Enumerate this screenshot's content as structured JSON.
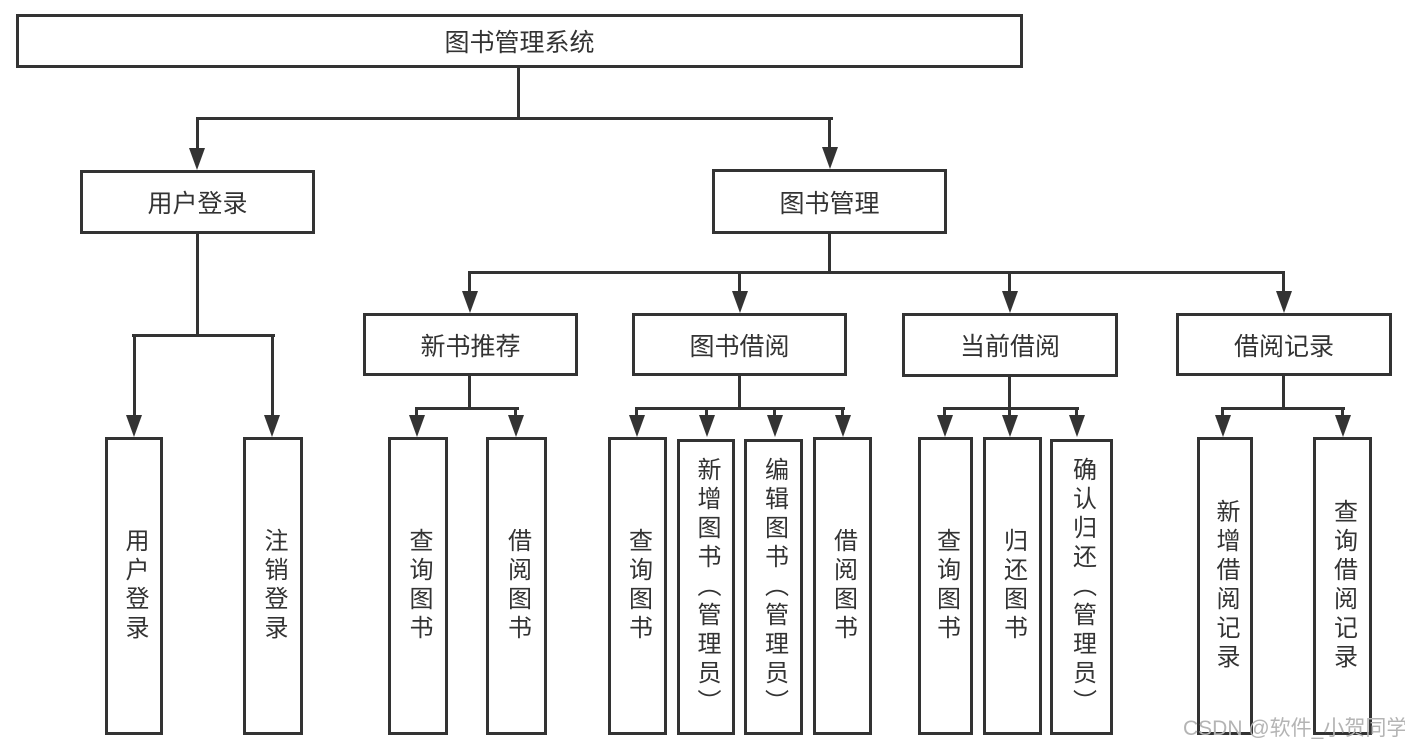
{
  "diagram": {
    "type": "hierarchy-tree",
    "colors": {
      "line": "#333333",
      "text": "#333333",
      "background": "#ffffff",
      "watermark": "#b4b4b4"
    },
    "tree": {
      "label": "图书管理系统",
      "children": [
        {
          "label": "用户登录",
          "children": [
            {
              "label": "用户登录"
            },
            {
              "label": "注销登录"
            }
          ]
        },
        {
          "label": "图书管理",
          "children": [
            {
              "label": "新书推荐",
              "children": [
                {
                  "label": "查询图书"
                },
                {
                  "label": "借阅图书"
                }
              ]
            },
            {
              "label": "图书借阅",
              "children": [
                {
                  "label": "查询图书"
                },
                {
                  "label": "新增图书（管理员）"
                },
                {
                  "label": "编辑图书（管理员）"
                },
                {
                  "label": "借阅图书"
                }
              ]
            },
            {
              "label": "当前借阅",
              "children": [
                {
                  "label": "查询图书"
                },
                {
                  "label": "归还图书"
                },
                {
                  "label": "确认归还（管理员）"
                }
              ]
            },
            {
              "label": "借阅记录",
              "children": [
                {
                  "label": "新增借阅记录"
                },
                {
                  "label": "查询借阅记录"
                }
              ]
            }
          ]
        }
      ]
    },
    "watermark": {
      "text": "CSDN @软件_小贺同学"
    }
  }
}
